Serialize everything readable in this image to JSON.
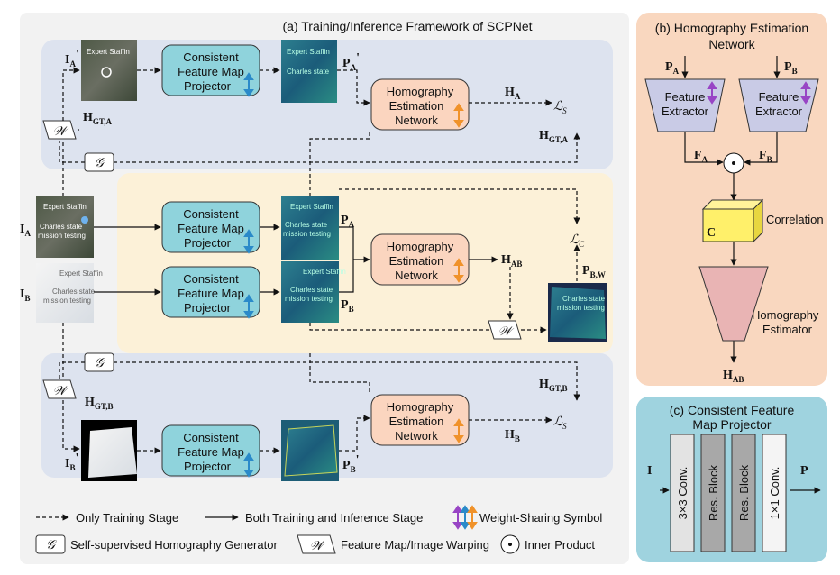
{
  "titles": {
    "a": "(a) Training/Inference Framework of SCPNet",
    "b1": "(b) Homography Estimation",
    "b2": "Network",
    "c1": "(c) Consistent Feature",
    "c2": "Map Projector"
  },
  "blocks": {
    "cfmp": [
      "Consistent",
      "Feature Map",
      "Projector"
    ],
    "hen": [
      "Homography",
      "Estimation",
      "Network"
    ],
    "fe": [
      "Feature",
      "Extractor"
    ],
    "correlation": "Correlation",
    "he": [
      "Homography",
      "Estimator"
    ],
    "conv3": "3×3 Conv.",
    "res1": "Res. Block",
    "res2": "Res. Block",
    "conv1": "1×1 Conv."
  },
  "symbols": {
    "IA_prime": {
      "main": "I",
      "sub": "A",
      "prime": "'"
    },
    "IA": {
      "main": "I",
      "sub": "A"
    },
    "IB": {
      "main": "I",
      "sub": "B"
    },
    "IB_prime": {
      "main": "I",
      "sub": "B",
      "prime": "'"
    },
    "PA_prime": {
      "main": "P",
      "sub": "A",
      "prime": "'"
    },
    "PA": {
      "main": "P",
      "sub": "A"
    },
    "PB": {
      "main": "P",
      "sub": "B"
    },
    "PB_prime": {
      "main": "P",
      "sub": "B",
      "prime": "'"
    },
    "HA": {
      "main": "H",
      "sub": "A"
    },
    "HB": {
      "main": "H",
      "sub": "B"
    },
    "HAB": {
      "main": "H",
      "sub": "AB"
    },
    "HGTA": {
      "main": "H",
      "sub": "GT,A"
    },
    "HGTB": {
      "main": "H",
      "sub": "GT,B"
    },
    "PBW": {
      "main": "P",
      "sub": "B,W"
    },
    "LS": {
      "main": "ℒ",
      "sub": "S"
    },
    "LC": {
      "main": "ℒ",
      "sub": "C"
    },
    "FA": {
      "main": "F",
      "sub": "A"
    },
    "FB": {
      "main": "F",
      "sub": "B"
    },
    "C": "C",
    "I": "I",
    "P": "P",
    "G": "𝒢",
    "W": "𝒲"
  },
  "legend": {
    "dashed": "Only Training Stage",
    "solid": "Both Training and Inference Stage",
    "weight": "Weight-Sharing Symbol",
    "gen": "Self-supervised Homography Generator",
    "warp": "Feature Map/Image Warping",
    "inner": "Inner Product"
  },
  "image_tiles": [
    "Expert Staffin",
    "Charles state",
    "mission testing"
  ],
  "colors": {
    "panel_a_blue": "#dde3ef",
    "panel_a_yellow": "#fcf1d8",
    "panel_b": "#f9d7bf",
    "panel_c": "#9fd3df",
    "cfmp": "#8fd3dc",
    "hen": "#fbd5bf",
    "fe": "#c9cbe6",
    "correlation": "#fff06a",
    "estimator": "#e9b4b4",
    "arrow_blue": "#2a8ac9",
    "arrow_orange": "#f0922a",
    "arrow_purple": "#9845c5"
  }
}
